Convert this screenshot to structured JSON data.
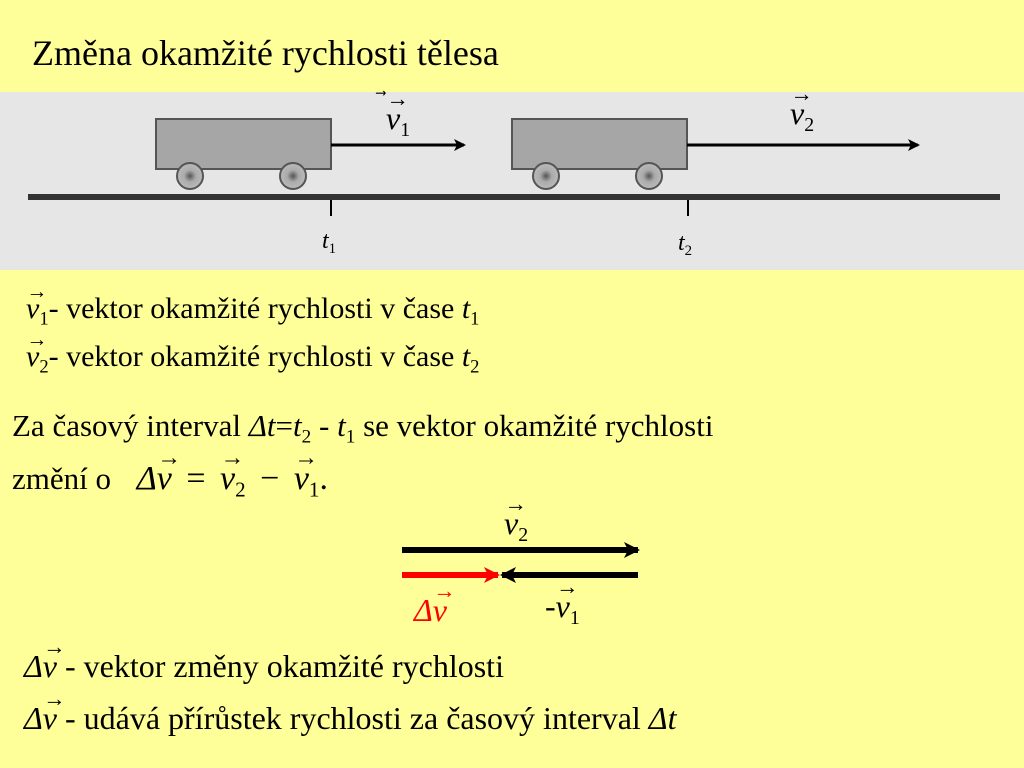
{
  "title": "Změna okamžité rychlosti tělesa",
  "scene": {
    "v1_base": "v",
    "v1_sub": "1",
    "v2_base": "v",
    "v2_sub": "2",
    "t1_base": "t",
    "t1_sub": "1",
    "t2_base": "t",
    "t2_sub": "2"
  },
  "definitions": [
    {
      "sym_base": "v",
      "sym_sub": "1",
      "text": "- vektor okamžité rychlosti v čase ",
      "t_base": "t",
      "t_sub": "1"
    },
    {
      "sym_base": "v",
      "sym_sub": "2",
      "text": "- vektor okamžité rychlosti v čase ",
      "t_base": "t",
      "t_sub": "2"
    }
  ],
  "interval": {
    "prefix": "Za časový interval ",
    "delta": "Δ",
    "t": "t",
    "eq": "=",
    "t2": "t",
    "t2_sub": "2",
    "minus": " - ",
    "t1": "t",
    "t1_sub": "1",
    "suffix": " se vektor okamžité rychlosti",
    "line2_prefix": "změní o ",
    "formula_delta": "Δ",
    "formula_v": "v",
    "formula_eq": "=",
    "formula_v2": "v",
    "formula_v2_sub": "2",
    "formula_minus": "−",
    "formula_v1": "v",
    "formula_v1_sub": "1",
    "formula_end": "."
  },
  "vector_diagram": {
    "top_label_base": "v",
    "top_label_sub": "2",
    "neg_label_minus": "-",
    "neg_label_base": "v",
    "neg_label_sub": "1",
    "delta_label_delta": "Δ",
    "delta_label_v": "v",
    "delta_color": "#ff0000",
    "arrow_color": "#000000"
  },
  "bottom": [
    {
      "delta": "Δ",
      "v": "v",
      "text": " - vektor změny okamžité rychlosti"
    },
    {
      "delta": "Δ",
      "v": "v",
      "text": " - udává přírůstek rychlosti za časový interval ",
      "end_delta": "Δ",
      "end_t": "t"
    }
  ]
}
